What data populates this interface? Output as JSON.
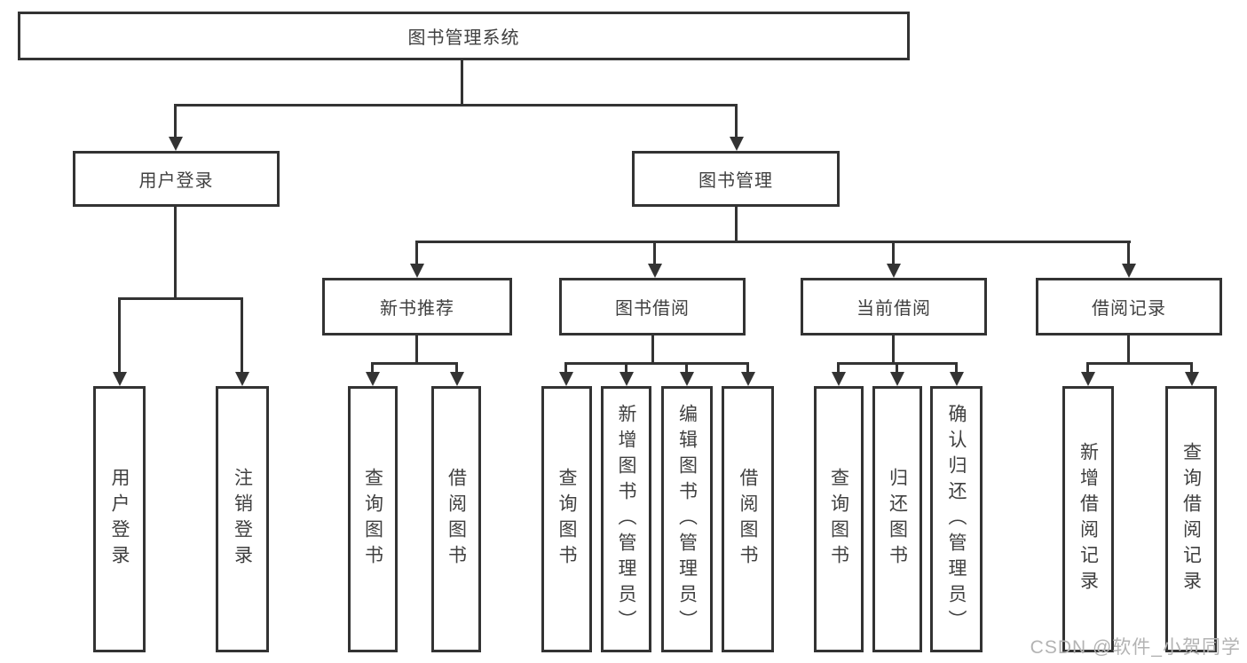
{
  "tree": {
    "label": "图书管理系统",
    "children": [
      {
        "label": "用户登录",
        "children": [
          {
            "label": "用户登录"
          },
          {
            "label": "注销登录"
          }
        ]
      },
      {
        "label": "图书管理",
        "children": [
          {
            "label": "新书推荐",
            "children": [
              {
                "label": "查询图书"
              },
              {
                "label": "借阅图书"
              }
            ]
          },
          {
            "label": "图书借阅",
            "children": [
              {
                "label": "查询图书"
              },
              {
                "label": "新增图书（管理员）"
              },
              {
                "label": "编辑图书（管理员）"
              },
              {
                "label": "借阅图书"
              }
            ]
          },
          {
            "label": "当前借阅",
            "children": [
              {
                "label": "查询图书"
              },
              {
                "label": "归还图书"
              },
              {
                "label": "确认归还（管理员）"
              }
            ]
          },
          {
            "label": "借阅记录",
            "children": [
              {
                "label": "新增借阅记录"
              },
              {
                "label": "查询借阅记录"
              }
            ]
          }
        ]
      }
    ]
  },
  "watermark": "CSDN @软件_小贺同学",
  "colors": {
    "line": "#333333",
    "text": "#404040",
    "watermark": "#b3b3b3"
  }
}
